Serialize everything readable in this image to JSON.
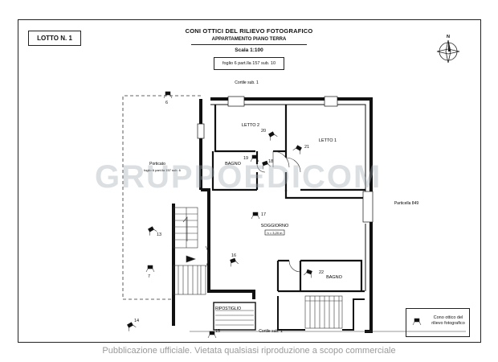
{
  "title": {
    "main": "CONI OTTICI DEL RILIEVO FOTOGRAFICO",
    "sub": "APPARTAMENTO PIANO TERRA",
    "scale": "Scala 1:100"
  },
  "lot": "LOTTO N. 1",
  "foglio": "foglio 6 part.lla 157 sub. 10",
  "rooms": {
    "letto2": "LETTO 2",
    "letto1": "LETTO 1",
    "bagno_top": "BAGNO",
    "soggiorno": "SOGGIORNO",
    "soggiorno_h": "h = 3,20 m",
    "bagno_bottom": "BAGNO",
    "ripostiglio": "RIPOSTIGLIO"
  },
  "site_labels": {
    "cortile_top": "Cortile sub. 1",
    "cortile_bottom": "Cortile sub. 1",
    "porticato": "Porticato",
    "porticato_sub": "foglio 6 part.lla 157 sub. 6",
    "particella": "Particella 849"
  },
  "viewpoints": [
    "6",
    "20",
    "21",
    "19",
    "18",
    "17",
    "13",
    "16",
    "7",
    "22",
    "14",
    "15"
  ],
  "legend": "Cono ottico del rilievo fotografico",
  "watermark": "GRUPPOEDICOM",
  "footer": "Pubblicazione ufficiale. Vietata qualsiasi riproduzione a scopo commerciale",
  "north": "N"
}
